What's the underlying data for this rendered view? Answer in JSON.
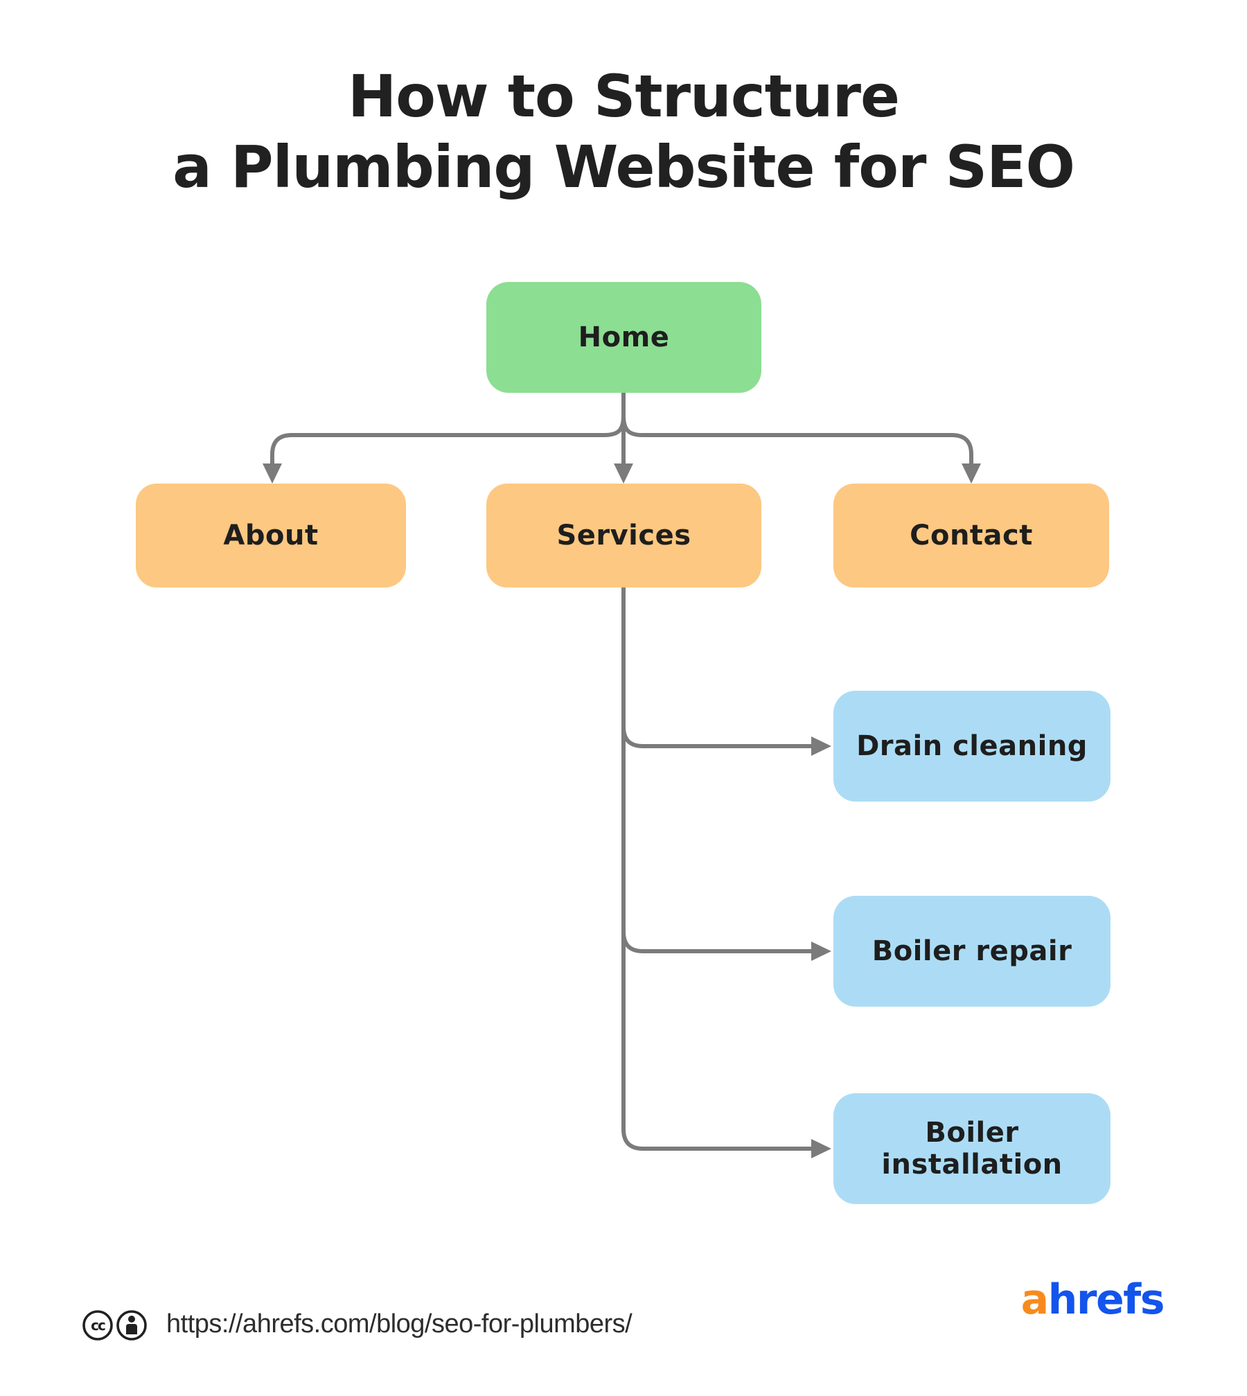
{
  "title": {
    "line1": "How to Structure",
    "line2": "a Plumbing Website for SEO"
  },
  "nodes": {
    "home": {
      "label": "Home",
      "color": "#8cde92"
    },
    "about": {
      "label": "About",
      "color": "#fdc882"
    },
    "services": {
      "label": "Services",
      "color": "#fdc882"
    },
    "contact": {
      "label": "Contact",
      "color": "#fdc882"
    },
    "drain_cleaning": {
      "label": "Drain cleaning",
      "color": "#acdcf5"
    },
    "boiler_repair": {
      "label": "Boiler repair",
      "color": "#acdcf5"
    },
    "boiler_installation": {
      "label": "Boiler installation",
      "color": "#acdcf5"
    }
  },
  "edges": [
    {
      "from": "home",
      "to": "about"
    },
    {
      "from": "home",
      "to": "services"
    },
    {
      "from": "home",
      "to": "contact"
    },
    {
      "from": "services",
      "to": "drain_cleaning"
    },
    {
      "from": "services",
      "to": "boiler_repair"
    },
    {
      "from": "services",
      "to": "boiler_installation"
    }
  ],
  "footer": {
    "license_icons": [
      "cc-icon",
      "attribution-person-icon"
    ],
    "cc_text": "cc",
    "url": "https://ahrefs.com/blog/seo-for-plumbers/",
    "brand": {
      "first_letter": "a",
      "rest": "hrefs"
    }
  },
  "colors": {
    "background": "#ffffff",
    "text": "#212121",
    "connector_gray": "#7b7b7b",
    "green": "#8cde92",
    "orange": "#fdc882",
    "blue": "#acdcf5",
    "brand_orange": "#f88a1d",
    "brand_blue": "#1354ec"
  }
}
